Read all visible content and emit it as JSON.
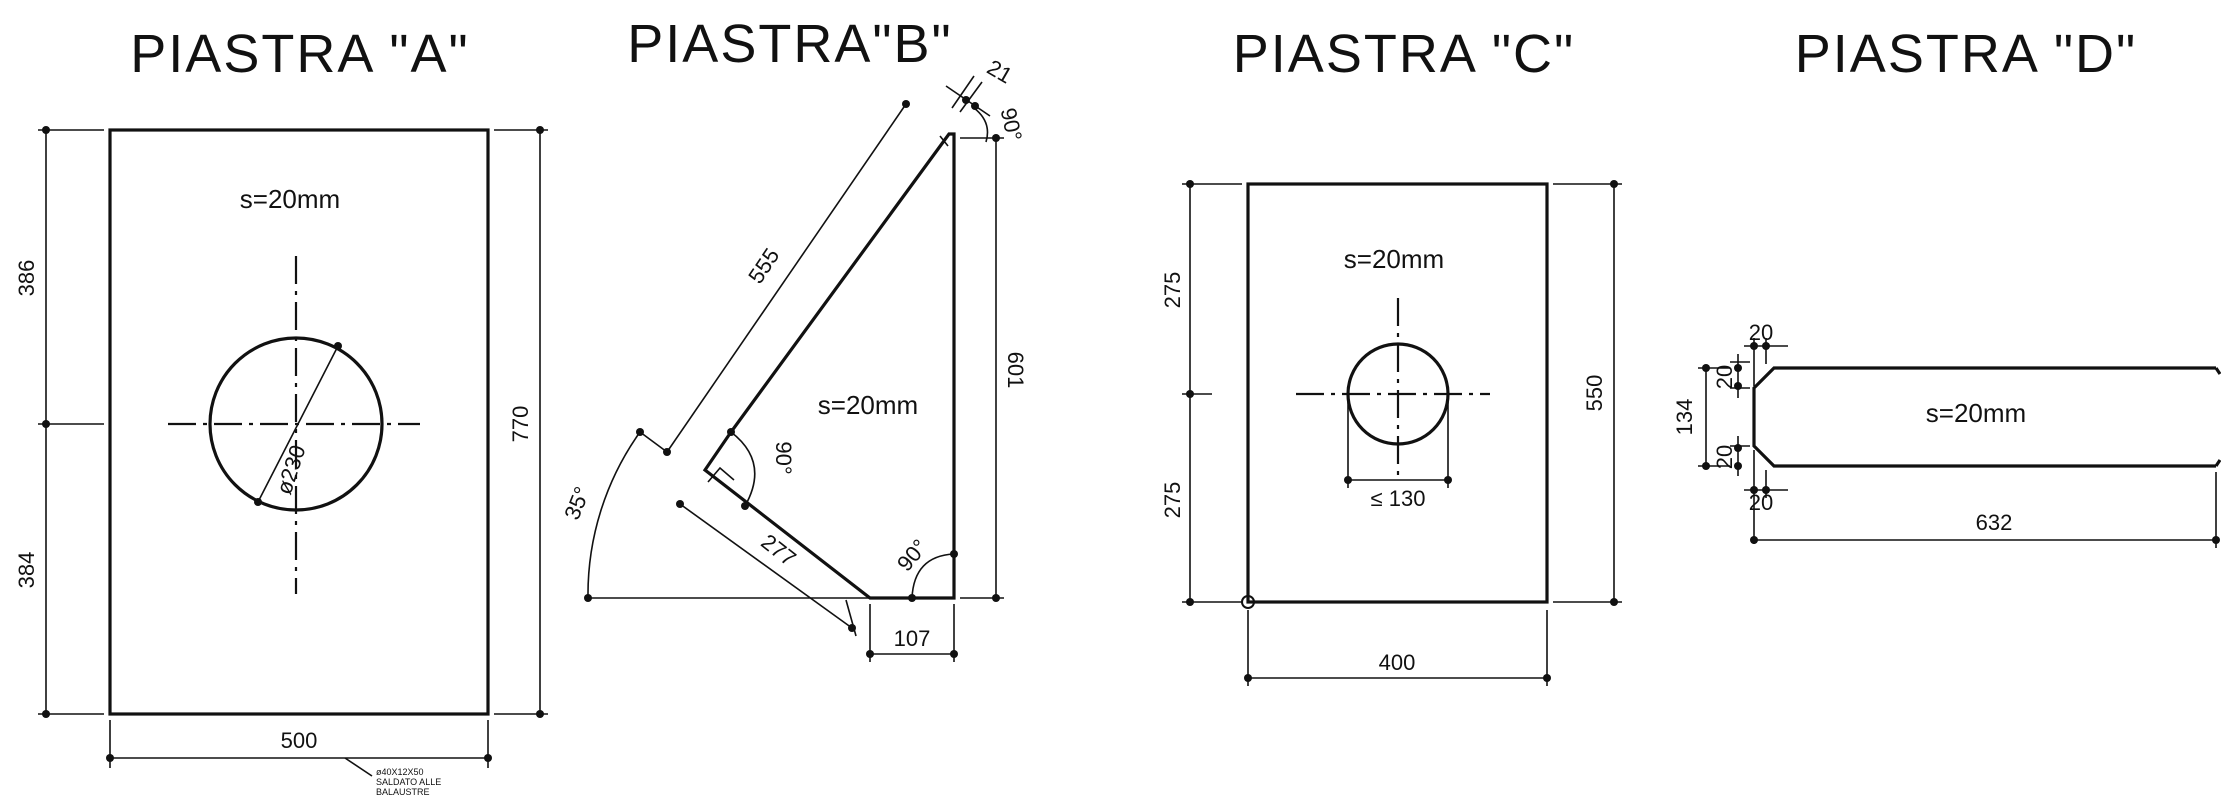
{
  "plates": {
    "a": {
      "title": "PIASTRA  \"A\"",
      "thickness": "s=20mm",
      "dim_width": "500",
      "dim_height": "770",
      "dim_upper": "386",
      "dim_lower": "384",
      "dim_hole": "ø230",
      "note_line1": "ø40X12X50",
      "note_line2": "SALDATO ALLE",
      "note_line3": "BALAUSTRE"
    },
    "b": {
      "title": "PIASTRA\"B\"",
      "thickness": "s=20mm",
      "dim_hyp": "555",
      "dim_height": "601",
      "dim_bottom_edge": "277",
      "dim_base": "107",
      "dim_tip": "21",
      "angle_tip": "90°",
      "angle_inner": "90°",
      "angle_corner": "90°",
      "angle_slope": "35°"
    },
    "c": {
      "title": "PIASTRA  \"C\"",
      "thickness": "s=20mm",
      "dim_width": "400",
      "dim_height": "550",
      "dim_upper": "275",
      "dim_lower": "275",
      "dim_hole": "≤ 130"
    },
    "d": {
      "title": "PIASTRA  \"D\"",
      "thickness": "s=20mm",
      "dim_length": "632",
      "dim_height": "134",
      "dim_chamfer_top_h": "20",
      "dim_chamfer_top_v": "20",
      "dim_chamfer_bot_v": "20",
      "dim_chamfer_bot_h": "20"
    }
  }
}
